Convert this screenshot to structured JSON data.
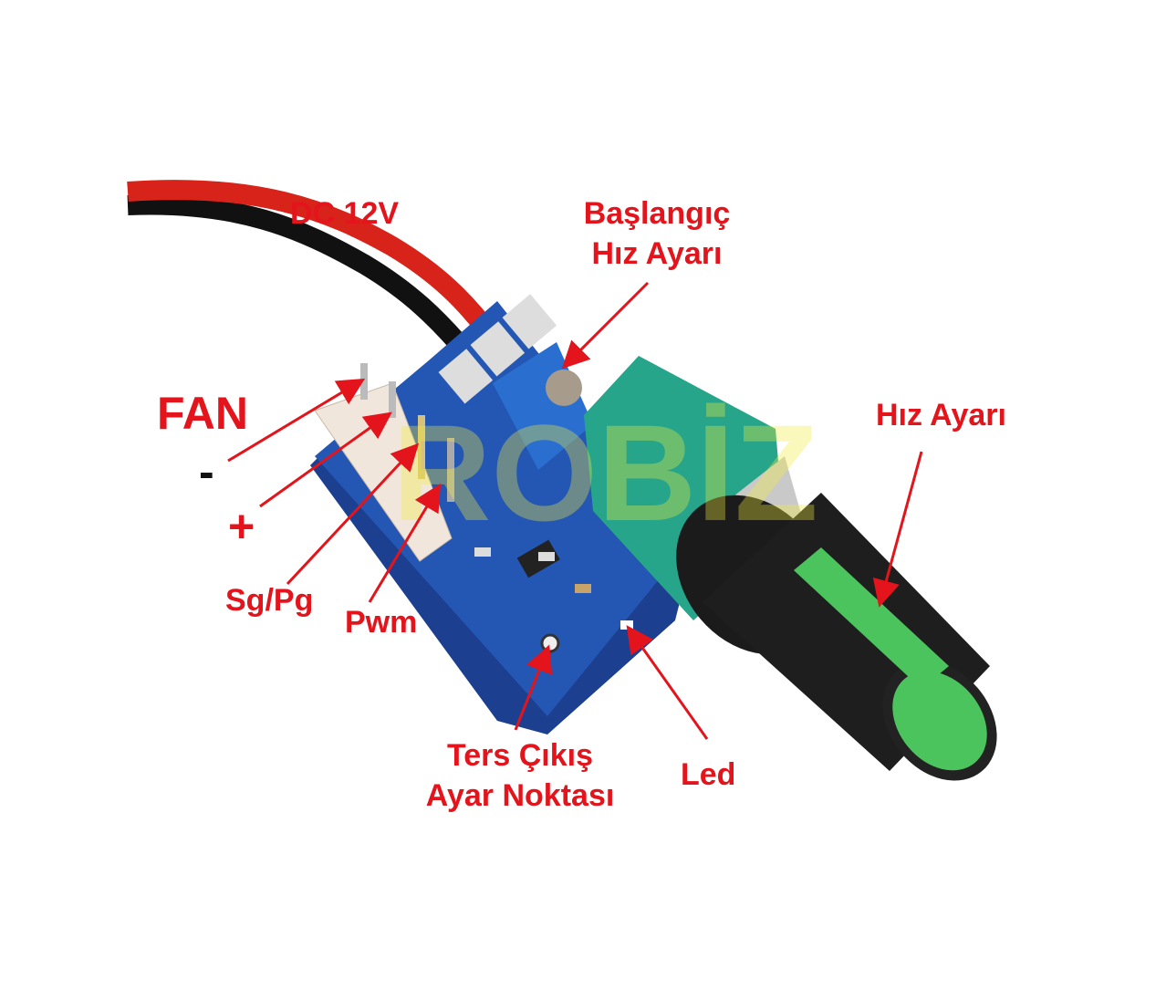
{
  "labels": {
    "power": "DC 12V",
    "start_speed_line1": "Başlangıç",
    "start_speed_line2": "Hız Ayarı",
    "fan": "FAN",
    "minus": "-",
    "plus": "+",
    "sg_pg": "Sg/Pg",
    "pwm": "Pwm",
    "speed": "Hız Ayarı",
    "reverse_line1": "Ters Çıkış",
    "reverse_line2": "Ayar Noktası",
    "led": "Led"
  },
  "watermark": "ROBİZ",
  "colors": {
    "label": "#e3141b",
    "pcb": "#1f4fa8",
    "knob_accent": "#3fbf5a",
    "pot_body": "#2aa58c"
  }
}
